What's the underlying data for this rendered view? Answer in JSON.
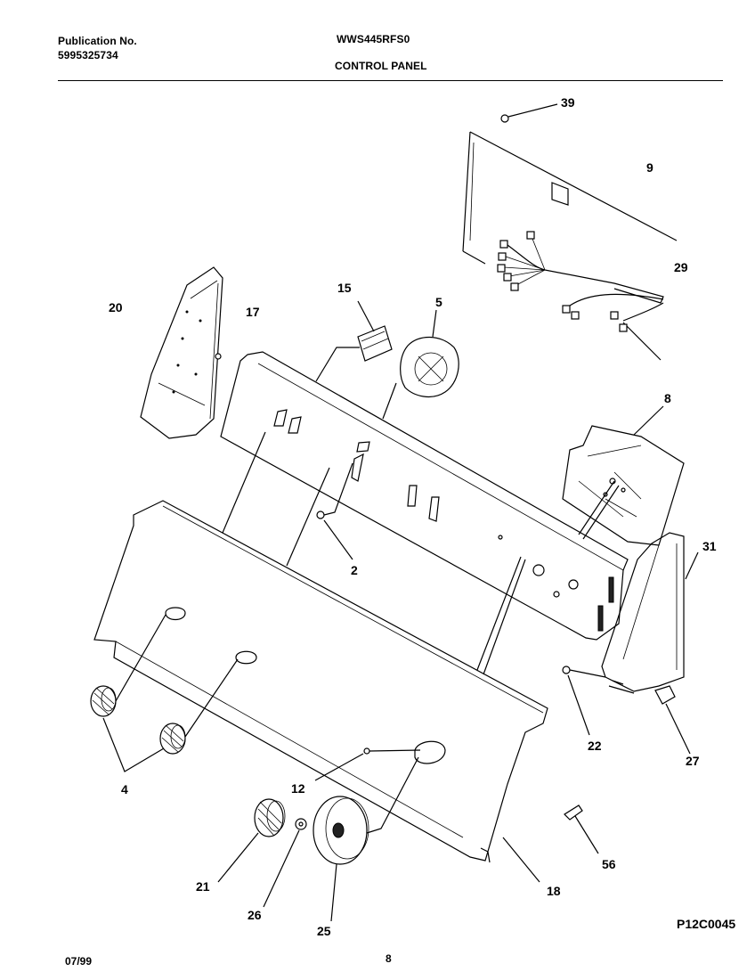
{
  "header": {
    "publication_label": "Publication No.",
    "publication_number": "5995325734",
    "model": "WWS445RFS0",
    "section": "CONTROL PANEL"
  },
  "footer": {
    "date": "07/99",
    "page": "8",
    "drawing_code": "P12C0045"
  },
  "callouts": [
    "39",
    "9",
    "29",
    "20",
    "17",
    "15",
    "5",
    "8",
    "2",
    "31",
    "22",
    "27",
    "4",
    "12",
    "56",
    "21",
    "26",
    "25",
    "18"
  ]
}
